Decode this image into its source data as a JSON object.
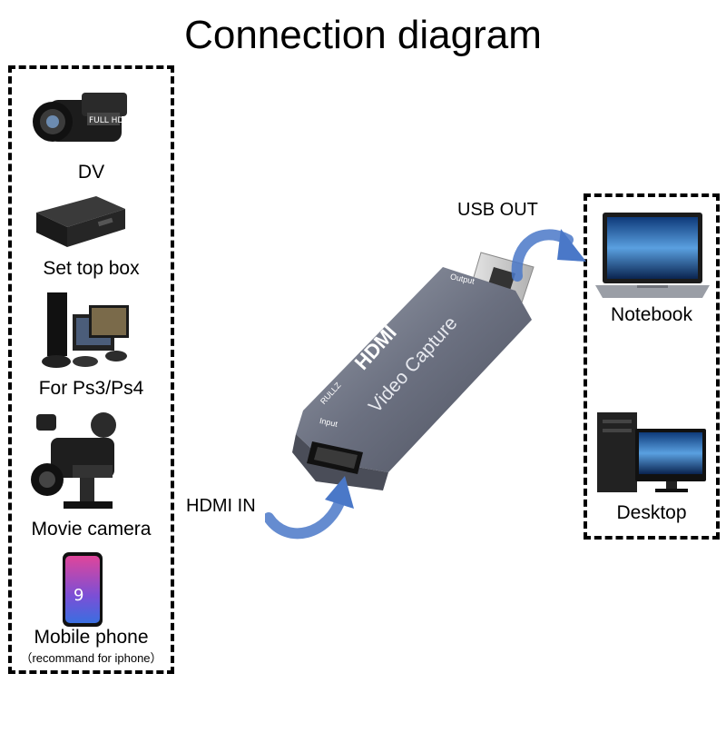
{
  "title": "Connection diagram",
  "sources": [
    {
      "label": "DV",
      "icon": "camcorder-icon"
    },
    {
      "label": "Set top box",
      "icon": "set-top-box-icon"
    },
    {
      "label": "For Ps3/Ps4",
      "icon": "game-console-icon"
    },
    {
      "label": "Movie camera",
      "icon": "movie-camera-icon"
    },
    {
      "label": "Mobile phone",
      "note": "（recommand for iphone）",
      "icon": "mobile-phone-icon"
    }
  ],
  "targets": [
    {
      "label": "Notebook",
      "icon": "laptop-icon"
    },
    {
      "label": "Desktop",
      "icon": "desktop-computer-icon"
    }
  ],
  "connections": {
    "in": "HDMI IN",
    "out": "USB OUT"
  },
  "device": {
    "brand": "HDMI",
    "name": "Video Capture",
    "input_label": "Input",
    "output_label": "Output",
    "maker": "RULLZ"
  },
  "colors": {
    "arrow": "#4a78c8",
    "device_body": "#6b7080",
    "border": "#000000"
  }
}
